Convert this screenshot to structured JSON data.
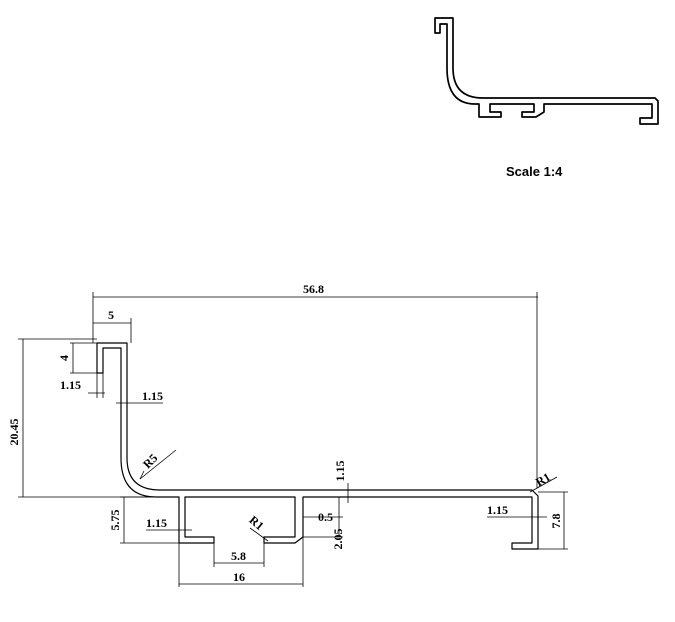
{
  "scale_label": "Scale 1:4",
  "dimensions": {
    "overall_width": "56.8",
    "top_lip_width": "5",
    "top_lip_height": "4",
    "top_lip_thickness": "1.15",
    "wall_thickness": "1.15",
    "overall_height": "20.45",
    "bend_radius": "R5",
    "base_thickness": "1.15",
    "end_radius": "R1",
    "end_thickness": "1.15",
    "end_leg_height": "7.8",
    "channel_depth": "5.75",
    "channel_leg_thickness": "1.15",
    "channel_radius": "R1",
    "channel_offset": "0.5",
    "channel_step": "2.05",
    "channel_gap": "5.8",
    "channel_width": "16"
  }
}
